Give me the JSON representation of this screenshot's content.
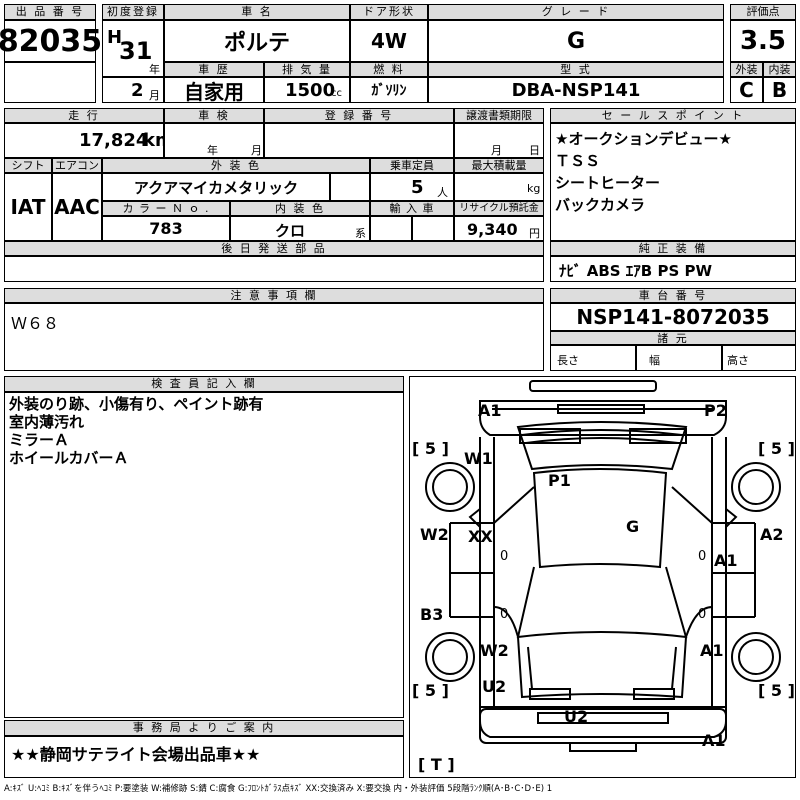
{
  "top": {
    "lot_label": "出 品 番 号",
    "lot_no": "82035",
    "first_reg_label": "初度登録",
    "era": "H",
    "year": "31",
    "year_unit": "年",
    "month": "2",
    "month_unit": "月",
    "car_name_label": "車 名",
    "car_name": "ポルテ",
    "door_label": "ドア形状",
    "door": "4W",
    "grade_label": "グ レ ー ド",
    "grade": "G",
    "score_label": "評価点",
    "score": "3.5",
    "history_label": "車 歴",
    "history": "自家用",
    "displacement_label": "排 気 量",
    "displacement": "1500",
    "displacement_unit": "cc",
    "fuel_label": "燃 料",
    "fuel": "ｶﾞｿﾘﾝ",
    "model_label": "型 式",
    "model": "DBA-NSP141",
    "exterior_label": "外装",
    "exterior": "C",
    "interior_label": "内装",
    "interior": "B"
  },
  "mid": {
    "mileage_label": "走 行",
    "mileage": "17,824",
    "mileage_unit": "km",
    "inspection_label": "車 検",
    "inspection_year_unit": "年",
    "inspection_month_unit": "月",
    "reg_no_label": "登 録 番 号",
    "transfer_label": "譲渡書類期限",
    "transfer_month_unit": "月",
    "transfer_day_unit": "日",
    "shift_label": "シフト",
    "shift": "IAT",
    "ac_label": "エアコン",
    "ac": "AAC",
    "color_label": "外 装 色",
    "color": "アクアマイカメタリック",
    "capacity_label": "乗車定員",
    "capacity": "5",
    "capacity_unit": "人",
    "load_label": "最大積載量",
    "load_unit": "kg",
    "color_no_label": "カ ラ ー Ｎ ｏ .",
    "color_no": "783",
    "int_color_label": "内 装 色",
    "int_color": "クロ",
    "int_color_unit": "系",
    "import_label": "輸 入 車",
    "recycle_label": "リサイクル預託金",
    "recycle": "9,340",
    "recycle_unit": "円",
    "later_parts_label": "後 日 発 送 部 品"
  },
  "selling": {
    "label": "セ ー ル ス ポ イ ン ト",
    "lines": [
      "★オークションデビュー★",
      "ＴＳＳ",
      "シートヒーター",
      "バックカメラ"
    ]
  },
  "equipment": {
    "label": "純 正 装 備",
    "value": "ﾅﾋﾞ ABS ｴｱB PS PW"
  },
  "caution": {
    "label": "注 意 事 項 欄",
    "value": "Ｗ６８"
  },
  "chassis": {
    "label": "車 台 番 号",
    "value": "NSP141-8072035",
    "dims_label": "諸 元",
    "length_label": "長さ",
    "width_label": "幅",
    "height_label": "高さ"
  },
  "inspector": {
    "label": "検 査 員 記 入 欄",
    "lines": [
      "外装のり跡、小傷有り、ペイント跡有",
      "室内薄汚れ",
      "ミラーＡ",
      "ホイールカバーＡ"
    ]
  },
  "office": {
    "label": "事 務 局 よ り ご 案 内",
    "value": "★★静岡サテライト会場出品車★★"
  },
  "diagram": {
    "A1_top": "A1",
    "P2": "P2",
    "W1": "W1",
    "P1": "P1",
    "G": "G",
    "W2_left": "W2",
    "XX": "XX",
    "A2": "A2",
    "A1_right": "A1",
    "B3": "B3",
    "W2_rear": "W2",
    "A1_rear": "A1",
    "U2_left": "U2",
    "U2_bottom": "U2",
    "A1_bottom": "A1",
    "zero": "0",
    "b5": "[ 5 ]",
    "bT": "[ T ]"
  },
  "legend": "A:ｷｽﾞ U:ﾍｺﾐ B:ｷｽﾞを伴うﾍｺﾐ P:要塗装 W:補修跡 S:錆 C:腐食 G:ﾌﾛﾝﾄｶﾞﾗｽ点ｷｽﾞ XX:交換済み X:要交換 内・外装評価 5段階ﾗﾝｸ順(A･B･C･D･E) 1"
}
